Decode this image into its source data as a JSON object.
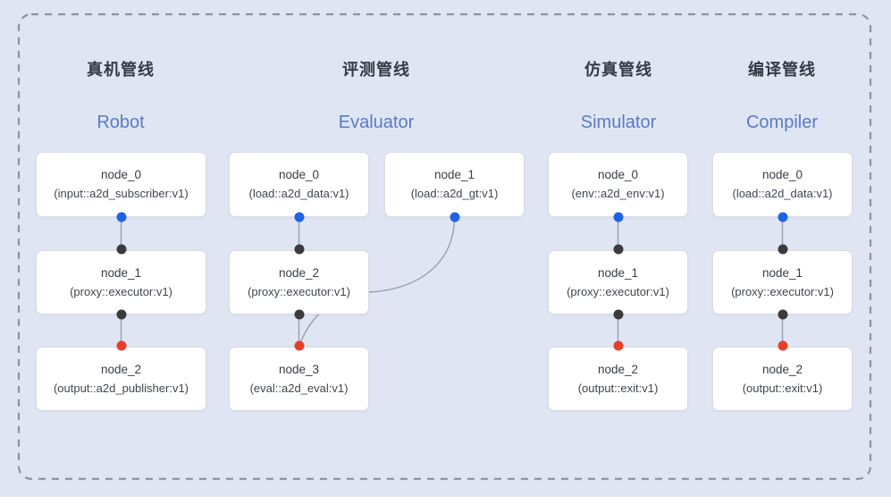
{
  "pipelines": [
    {
      "title_zh": "真机管线",
      "title_en": "Robot",
      "nodes": [
        {
          "name": "node_0",
          "type": "(input::a2d_subscriber:v1)"
        },
        {
          "name": "node_1",
          "type": "(proxy::executor:v1)"
        },
        {
          "name": "node_2",
          "type": "(output::a2d_publisher:v1)"
        }
      ]
    },
    {
      "title_zh": "评测管线",
      "title_en": "Evaluator",
      "nodes": [
        {
          "name": "node_0",
          "type": "(load::a2d_data:v1)"
        },
        {
          "name": "node_1",
          "type": "(load::a2d_gt:v1)"
        },
        {
          "name": "node_2",
          "type": "(proxy::executor:v1)"
        },
        {
          "name": "node_3",
          "type": "(eval::a2d_eval:v1)"
        }
      ]
    },
    {
      "title_zh": "仿真管线",
      "title_en": "Simulator",
      "nodes": [
        {
          "name": "node_0",
          "type": "(env::a2d_env:v1)"
        },
        {
          "name": "node_1",
          "type": "(proxy::executor:v1)"
        },
        {
          "name": "node_2",
          "type": "(output::exit:v1)"
        }
      ]
    },
    {
      "title_zh": "编译管线",
      "title_en": "Compiler",
      "nodes": [
        {
          "name": "node_0",
          "type": "(load::a2d_data:v1)"
        },
        {
          "name": "node_1",
          "type": "(proxy::executor:v1)"
        },
        {
          "name": "node_2",
          "type": "(output::exit:v1)"
        }
      ]
    }
  ],
  "colors": {
    "background": "#dfe5f2",
    "frame_border": "#8e939e",
    "node_fill": "#ffffff",
    "node_border": "#d8dce6",
    "edge_line": "#97a0b2",
    "port_blue": "#2063e2",
    "port_black": "#3b3b3b",
    "port_red": "#e83f2a",
    "title_zh_color": "#333a45",
    "title_en_color": "#5b7ac5"
  }
}
